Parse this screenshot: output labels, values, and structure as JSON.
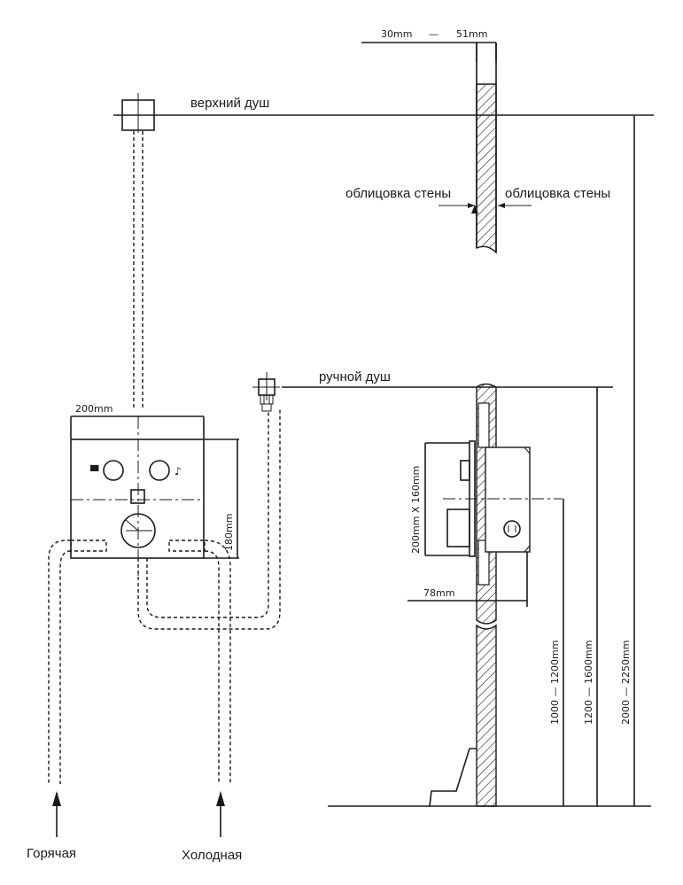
{
  "labels": {
    "upper_shower": "верхний душ",
    "hand_shower": "ручной душ",
    "wall_cladding_left": "облицовка стены",
    "wall_cladding_right": "облицовка стены",
    "hot": "Горячая",
    "cold": "Холодная"
  },
  "dimensions": {
    "wall_thickness_min": "30mm",
    "wall_thickness_sep": "—",
    "wall_thickness_max": "51mm",
    "box_width": "200mm",
    "box_height": "180mm",
    "side_size": "200mm  X  160mm",
    "depth": "78mm",
    "mixer_height": "1000 — 1200mm",
    "hand_shower_height": "1200 — 1600mm",
    "upper_shower_height": "2000 — 2250mm"
  }
}
